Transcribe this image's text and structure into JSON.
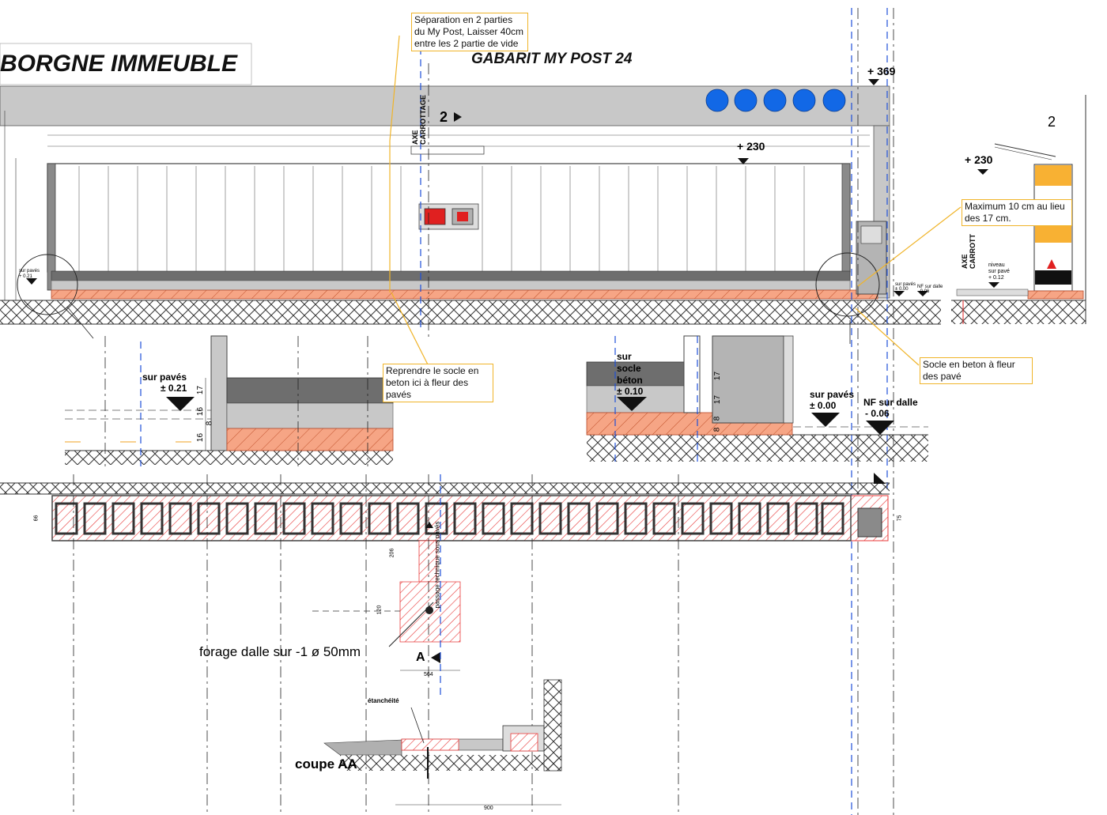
{
  "header": {
    "title_left": "BORGNE IMMEUBLE",
    "title_right": "GABARIT MY POST 24"
  },
  "callouts": {
    "separation": "Séparation en 2 parties du My Post, Laisser 40cm entre les 2 partie de vide",
    "reprendre": "Reprendre le socle en beton ici à fleur des pavés",
    "maximum": "Maximum 10 cm au lieu des 17 cm.",
    "socle": "Socle en beton à fleur des pavé"
  },
  "elevation": {
    "level_top": "+ 369",
    "level_230": "+ 230",
    "section_mark": "2",
    "axe_label": "AXE\nCARROTTAGE",
    "left_small_level": "sur pavés\n+ 0.21",
    "right_small_levels": [
      "sur pavés\n± 0.00",
      "NF sur dalle\n- 0.06"
    ]
  },
  "side_view": {
    "section_mark": "2",
    "level_230": "+ 230",
    "axe_label": "AXE\nCARROTT",
    "level_label": "niveau\nsur pavé\n+ 0.12"
  },
  "detail_left": {
    "level_label": "sur pavés",
    "level_value": "± 0.21",
    "dims": [
      "17",
      "16",
      "16",
      "8"
    ]
  },
  "detail_right": {
    "level_label_1": "sur\nsocle\nbéton",
    "level_value_1": "± 0.10",
    "level_label_2": "sur pavés",
    "level_value_2": "± 0.00",
    "level_label_3": "NF sur dalle",
    "level_value_3": "- 0.06",
    "dims": [
      "17",
      "17",
      "8",
      "8"
    ]
  },
  "plan": {
    "passage_label": "passage technique sous pavés",
    "forage_label": "forage dalle sur -1 ø 50mm",
    "section_mark": "A",
    "dims": [
      "206",
      "120",
      "564",
      "75",
      "66"
    ]
  },
  "coupe": {
    "label": "coupe AA",
    "etancheite": "étanchéité",
    "dims": [
      "900"
    ]
  },
  "colors": {
    "dark_grey": "#6e6e6e",
    "light_grey": "#c8c8c8",
    "concrete_orange": "#f6a585",
    "hatch_red": "#e83a3a",
    "blue_circles": "#1268e6",
    "callout_border": "#f0b429",
    "accent_yellow": "#f8b133",
    "ground_hatch": "#333333"
  }
}
